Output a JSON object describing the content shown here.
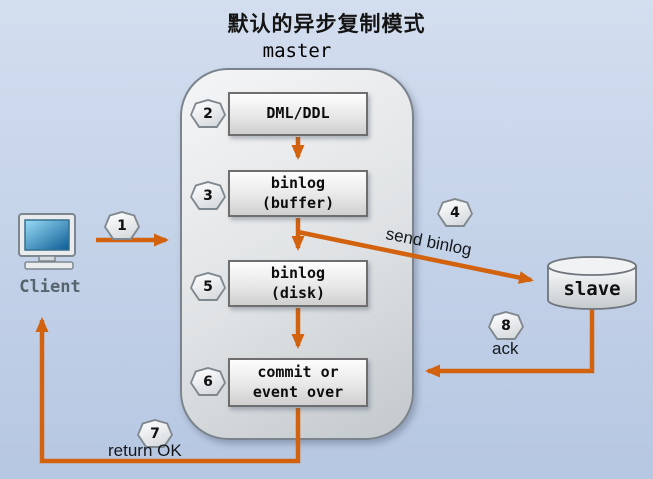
{
  "title": "默认的异步复制模式",
  "colors": {
    "accent": "#d2620e",
    "bg-top": "#d3deef",
    "bg-bottom": "#b6c7e2"
  },
  "master": {
    "label": "master",
    "boxes": {
      "dml": {
        "label": "DML/DDL"
      },
      "buffer": {
        "label": "binlog\n(buffer)"
      },
      "disk": {
        "label": "binlog\n(disk)"
      },
      "commit": {
        "label": "commit or\nevent over"
      }
    }
  },
  "client": {
    "label": "Client"
  },
  "slave": {
    "label": "slave"
  },
  "steps": {
    "s1": "1",
    "s2": "2",
    "s3": "3",
    "s4": "4",
    "s5": "5",
    "s6": "6",
    "s7": "7",
    "s8": "8"
  },
  "edges": {
    "send_binlog": "send binlog",
    "ack": "ack",
    "return_ok": "return OK"
  }
}
